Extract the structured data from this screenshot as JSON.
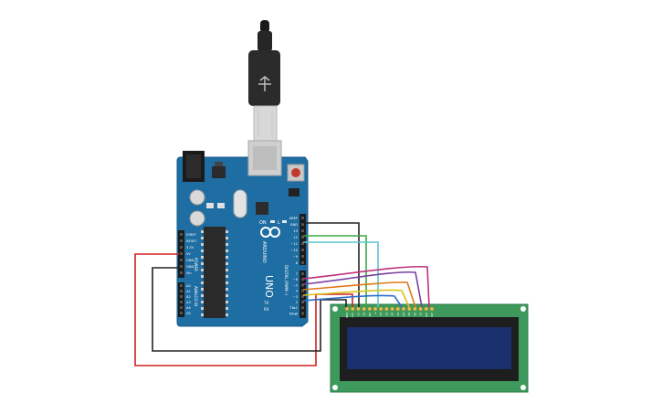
{
  "board": {
    "logo_text": "ARDUINO",
    "model_text": "UNO",
    "power_header_label": "POWER",
    "analog_header_label": "ANALOG IN",
    "digital_header_label": "DIGITAL (PWM~)",
    "power_pins": [
      "IOREF",
      "RESET",
      "3.3V",
      "5V",
      "GND",
      "GND",
      "Vin"
    ],
    "analog_pins": [
      "A0",
      "A1",
      "A2",
      "A3",
      "A4",
      "A5"
    ],
    "top_digital_pins": [
      "AREF",
      "GND",
      "13",
      "12",
      "~11",
      "~10",
      "~9",
      "8"
    ],
    "bottom_digital_pins": [
      "7",
      "~6",
      "~5",
      "4",
      "~3",
      "2",
      "TX▸1",
      "RX◂0"
    ],
    "on_label": "ON",
    "l_label": "L",
    "tx_label": "TX",
    "rx_label": "RX"
  },
  "lcd": {
    "pin_labels": [
      "GND",
      "VCC",
      "V0",
      "RS",
      "RW",
      "E",
      "D0",
      "D1",
      "D2",
      "D3",
      "D4",
      "D5",
      "D6",
      "D7",
      "LED",
      "LED"
    ]
  },
  "colors": {
    "board_blue": "#1f6ea3",
    "lcd_pcb": "#3e9a5c",
    "lcd_screen": "#1a2f6e",
    "wire_red": "#d32020",
    "wire_black": "#222222",
    "wire_green": "#3aa844",
    "wire_cyan": "#5bc6cf",
    "wire_magenta": "#c0307c",
    "wire_purple": "#7b3fa0",
    "wire_orange": "#e07818",
    "wire_yellow": "#d8c418",
    "wire_blue": "#2c6fc8"
  }
}
